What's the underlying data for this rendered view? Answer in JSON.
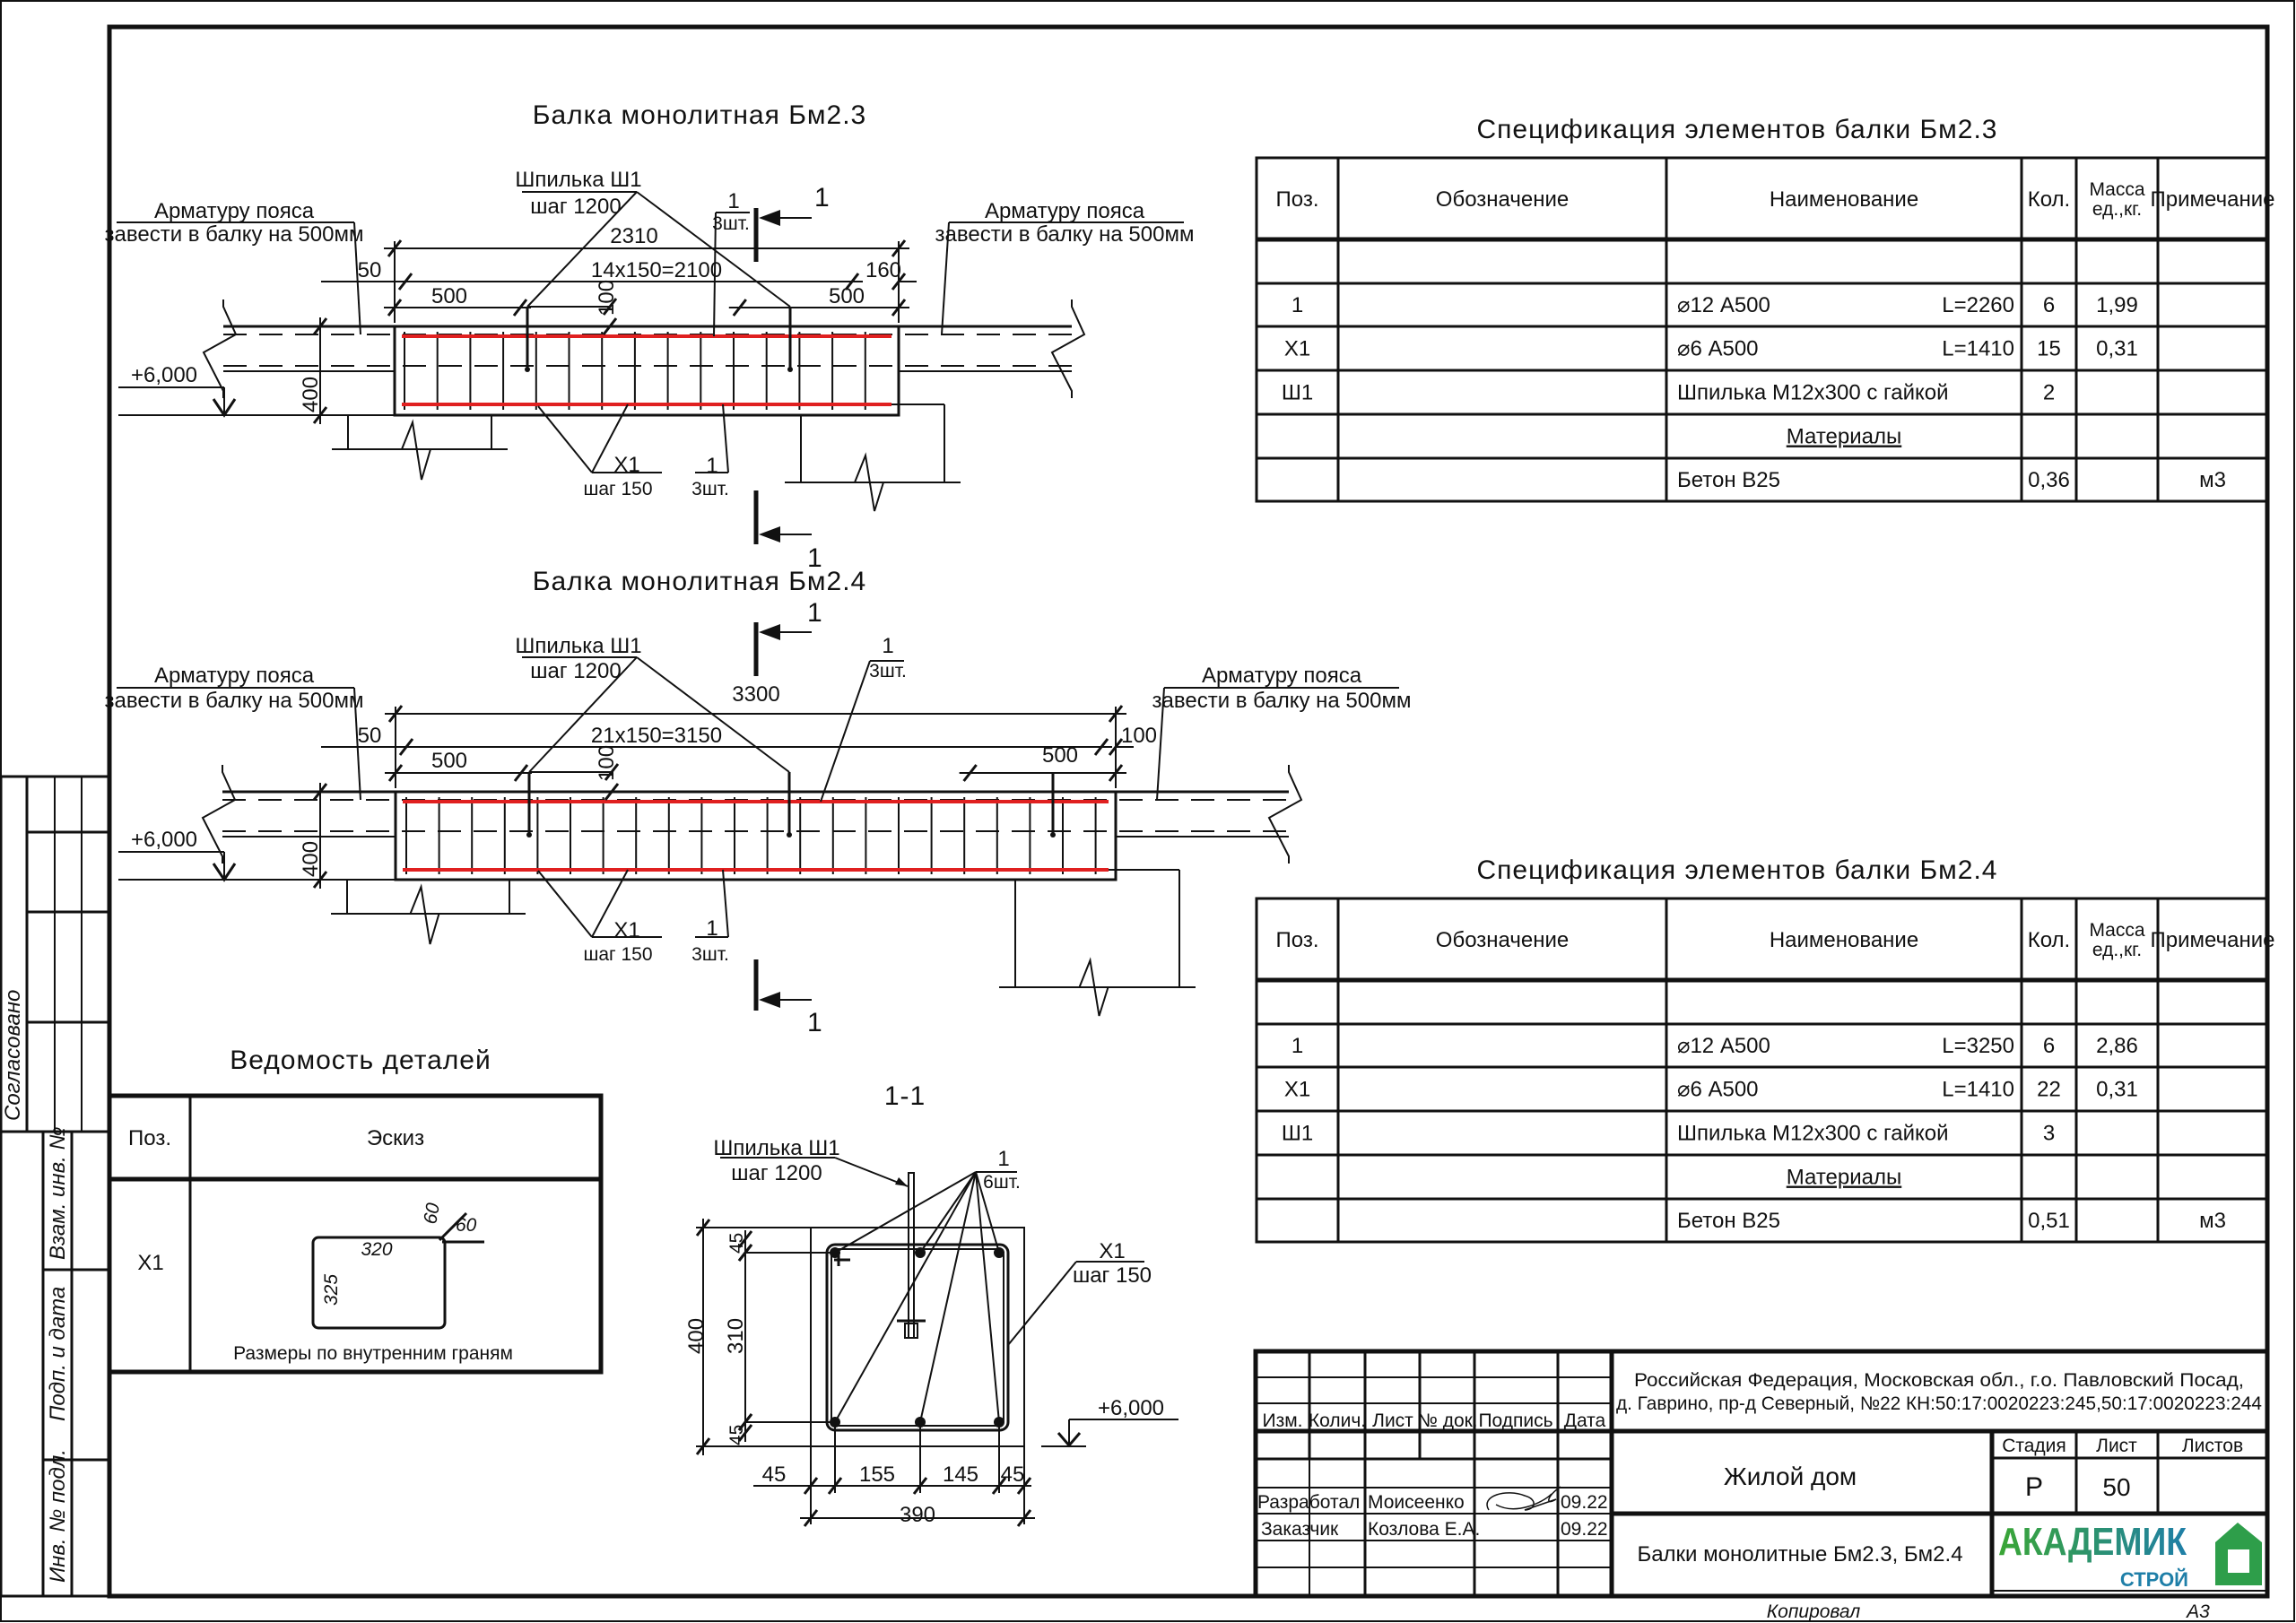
{
  "sheet": {
    "format": "А3",
    "copied_label": "Копировал"
  },
  "left_stamp": {
    "agreed": "Согласовано",
    "replaces_inv": "Взам. инв. №",
    "sign_date": "Подп. и дата",
    "inv_orig": "Инв. № подл."
  },
  "beam_23": {
    "title": "Балка монолитная Бм2.3",
    "note_line1": "Арматуру пояса",
    "note_line2": "завести в балку на 500мм",
    "pin": "Шпилька Ш1",
    "pin_step": "шаг 1200",
    "dims": {
      "total": "2310",
      "spacing": "14x150=2100",
      "left_off": "50",
      "right_off": "160",
      "end_left": "500",
      "end_right": "500",
      "pin_off": "100",
      "height": "400"
    },
    "level": "+6,000",
    "stirrup": "X1",
    "stirrup_step": "шаг 150",
    "bar_pos": "1",
    "bar_qty": "3шт.",
    "section": "1"
  },
  "beam_24": {
    "title": "Балка монолитная Бм2.4",
    "note_line1": "Арматуру пояса",
    "note_line2": "завести в балку на 500мм",
    "pin": "Шпилька Ш1",
    "pin_step": "шаг 1200",
    "dims": {
      "total": "3300",
      "spacing": "21x150=3150",
      "left_off": "50",
      "right_off": "100",
      "end_left": "500",
      "end_right": "500",
      "pin_off": "100",
      "height": "400"
    },
    "level": "+6,000",
    "stirrup": "X1",
    "stirrup_step": "шаг 150",
    "bar_pos": "1",
    "bar_qty": "3шт.",
    "section": "1"
  },
  "section_11": {
    "title": "1-1",
    "pin": "Шпилька Ш1",
    "pin_step": "шаг 1200",
    "bar_pos": "1",
    "bar_qty": "6шт.",
    "stirrup": "X1",
    "stirrup_step": "шаг 150",
    "level": "+6,000",
    "dims": {
      "height": "400",
      "inner": "310",
      "cover_top": "45",
      "cover_bottom": "45",
      "left": "45",
      "mid_left": "155",
      "mid_right": "145",
      "right": "45",
      "width": "390"
    }
  },
  "details_schedule": {
    "title": "Ведомость деталей",
    "headers": [
      "Поз.",
      "Эскиз"
    ],
    "row": {
      "pos": "X1",
      "dim_width": "320",
      "dim_height": "325",
      "hook_1": "60",
      "hook_2": "60",
      "note": "Размеры по внутренним граням"
    }
  },
  "spec_tables": [
    {
      "title": "Спецификация элементов балки Бм2.3",
      "headers": [
        "Поз.",
        "Обозначение",
        "Наименование",
        "Кол.",
        "Масса ед.,кг.",
        "Примечание"
      ],
      "rows": [
        {
          "pos": "",
          "designation": "",
          "name": "",
          "length": "",
          "qty": "",
          "mass": "",
          "note": ""
        },
        {
          "pos": "1",
          "designation": "",
          "name": "⌀12  А500",
          "length": "L=2260",
          "qty": "6",
          "mass": "1,99",
          "note": ""
        },
        {
          "pos": "Х1",
          "designation": "",
          "name": "⌀6 А500",
          "length": "L=1410",
          "qty": "15",
          "mass": "0,31",
          "note": ""
        },
        {
          "pos": "Ш1",
          "designation": "",
          "name": "Шпилька М12х300 с гайкой",
          "length": "",
          "qty": "2",
          "mass": "",
          "note": ""
        },
        {
          "pos": "",
          "designation": "",
          "name": "Материалы",
          "section_header": true,
          "length": "",
          "qty": "",
          "mass": "",
          "note": ""
        },
        {
          "pos": "",
          "designation": "",
          "name": "Бетон В25",
          "length": "",
          "qty": "0,36",
          "mass": "",
          "note": "м3"
        }
      ]
    },
    {
      "title": "Спецификация элементов балки Бм2.4",
      "headers": [
        "Поз.",
        "Обозначение",
        "Наименование",
        "Кол.",
        "Масса ед.,кг.",
        "Примечание"
      ],
      "rows": [
        {
          "pos": "",
          "designation": "",
          "name": "",
          "length": "",
          "qty": "",
          "mass": "",
          "note": ""
        },
        {
          "pos": "1",
          "designation": "",
          "name": "⌀12  А500",
          "length": "L=3250",
          "qty": "6",
          "mass": "2,86",
          "note": ""
        },
        {
          "pos": "Х1",
          "designation": "",
          "name": "⌀6 А500",
          "length": "L=1410",
          "qty": "22",
          "mass": "0,31",
          "note": ""
        },
        {
          "pos": "Ш1",
          "designation": "",
          "name": "Шпилька М12х300 с гайкой",
          "length": "",
          "qty": "3",
          "mass": "",
          "note": ""
        },
        {
          "pos": "",
          "designation": "",
          "name": "Материалы",
          "section_header": true,
          "length": "",
          "qty": "",
          "mass": "",
          "note": ""
        },
        {
          "pos": "",
          "designation": "",
          "name": "Бетон В25",
          "length": "",
          "qty": "0,51",
          "mass": "",
          "note": "м3"
        }
      ]
    }
  ],
  "title_block": {
    "address_line1": "Российская Федерация, Московская обл., г.о. Павловский Посад,",
    "address_line2": "д. Гаврино, пр-д Северный, №22 КН:50:17:0020223:245,50:17:0020223:244",
    "headers": {
      "change": "Изм.",
      "qty": "Колич.",
      "sheet": "Лист",
      "doc_no": "№ док.",
      "signature": "Подпись",
      "date": "Дата"
    },
    "developed_label": "Разработал",
    "developed_name": "Моисеенко",
    "developed_date": "09.22",
    "customer_label": "Заказчик",
    "customer_name": "Козлова Е.А.",
    "customer_date": "09.22",
    "project": "Жилой дом",
    "drawing_title": "Балки монолитные Бм2.3, Бм2.4",
    "stage_label": "Стадия",
    "sheet_label": "Лист",
    "sheets_label": "Листов",
    "stage": "Р",
    "sheet": "50",
    "sheets": "",
    "logo_text_main": "АКАДЕМИК",
    "logo_text_sub": "СТРОЙ"
  },
  "colors": {
    "rebar_longitudinal": "#e02020",
    "logo_green": "#3aa635",
    "logo_blue": "#1f7fa8"
  }
}
